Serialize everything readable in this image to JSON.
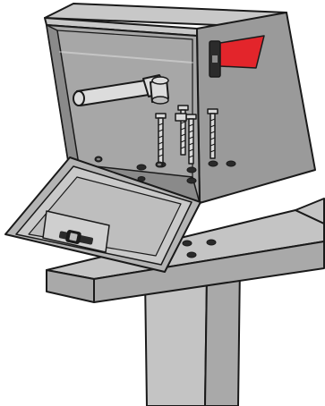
{
  "illustration": {
    "subject": "mailbox-mounting-on-post",
    "colors": {
      "outline": "#1a1a1a",
      "box_top": "#c8c8c8",
      "box_side": "#9a9a9a",
      "box_interior": "#a7a7a7",
      "box_interior_dark": "#8a8a8a",
      "door_frame": "#b4b4b4",
      "door_panel": "#c9c9c9",
      "post": "#c4c4c4",
      "post_shadow": "#a9a9a9",
      "flag": "#e3252b",
      "flag_mount": "#2b2b2b",
      "bolt": "#d9d9d9",
      "hole": "#2a2a2a",
      "wrench": "#dcdcdc"
    },
    "parts": [
      "mailbox-body",
      "mailbox-door",
      "red-flag",
      "socket-wrench",
      "mounting-bolts",
      "mounting-post",
      "post-crossarm"
    ]
  }
}
